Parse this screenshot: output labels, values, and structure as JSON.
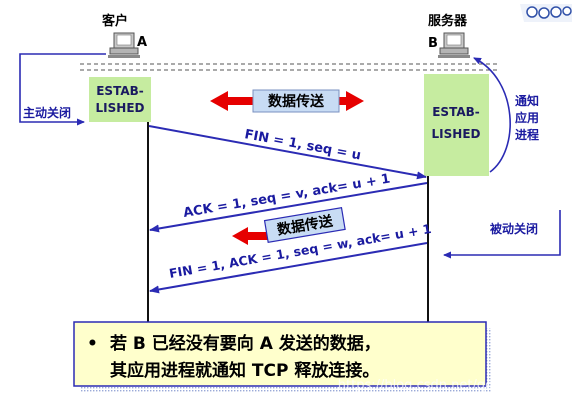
{
  "client": {
    "name": "客户",
    "letter": "A"
  },
  "server": {
    "name": "服务器",
    "letter": "B"
  },
  "client_state": [
    "ESTAB-",
    "LISHED"
  ],
  "server_state": [
    "ESTAB-",
    "LISHED"
  ],
  "labels": {
    "active_close": "主动关闭",
    "passive_close": "被动关闭",
    "notify_app": [
      "通知",
      "应用",
      "进程"
    ],
    "data_transfer_top": "数据传送",
    "data_transfer_mid": "数据传送"
  },
  "segments": {
    "fin1": "FIN = 1, seq = u",
    "ack": "ACK = 1, seq = v, ack= u + 1",
    "fin2": "FIN = 1, ACK = 1, seq = w, ack= u + 1"
  },
  "note": {
    "bullet": "•",
    "line1": "若 B 已经没有要向 A 发送的数据，",
    "line2": "其应用进程就通知 TCP 释放连接。"
  },
  "watermark": "https://blog.csdn.net/qq_42322103",
  "colors": {
    "green_box": "#c6eca0",
    "arrow_blue": "#2b2bb4",
    "red": "#e60000",
    "label_blue": "#1a1aa0",
    "note_bg": "#ffffcc",
    "note_border": "#2b2bb4",
    "data_box": "#c8dcf4"
  }
}
